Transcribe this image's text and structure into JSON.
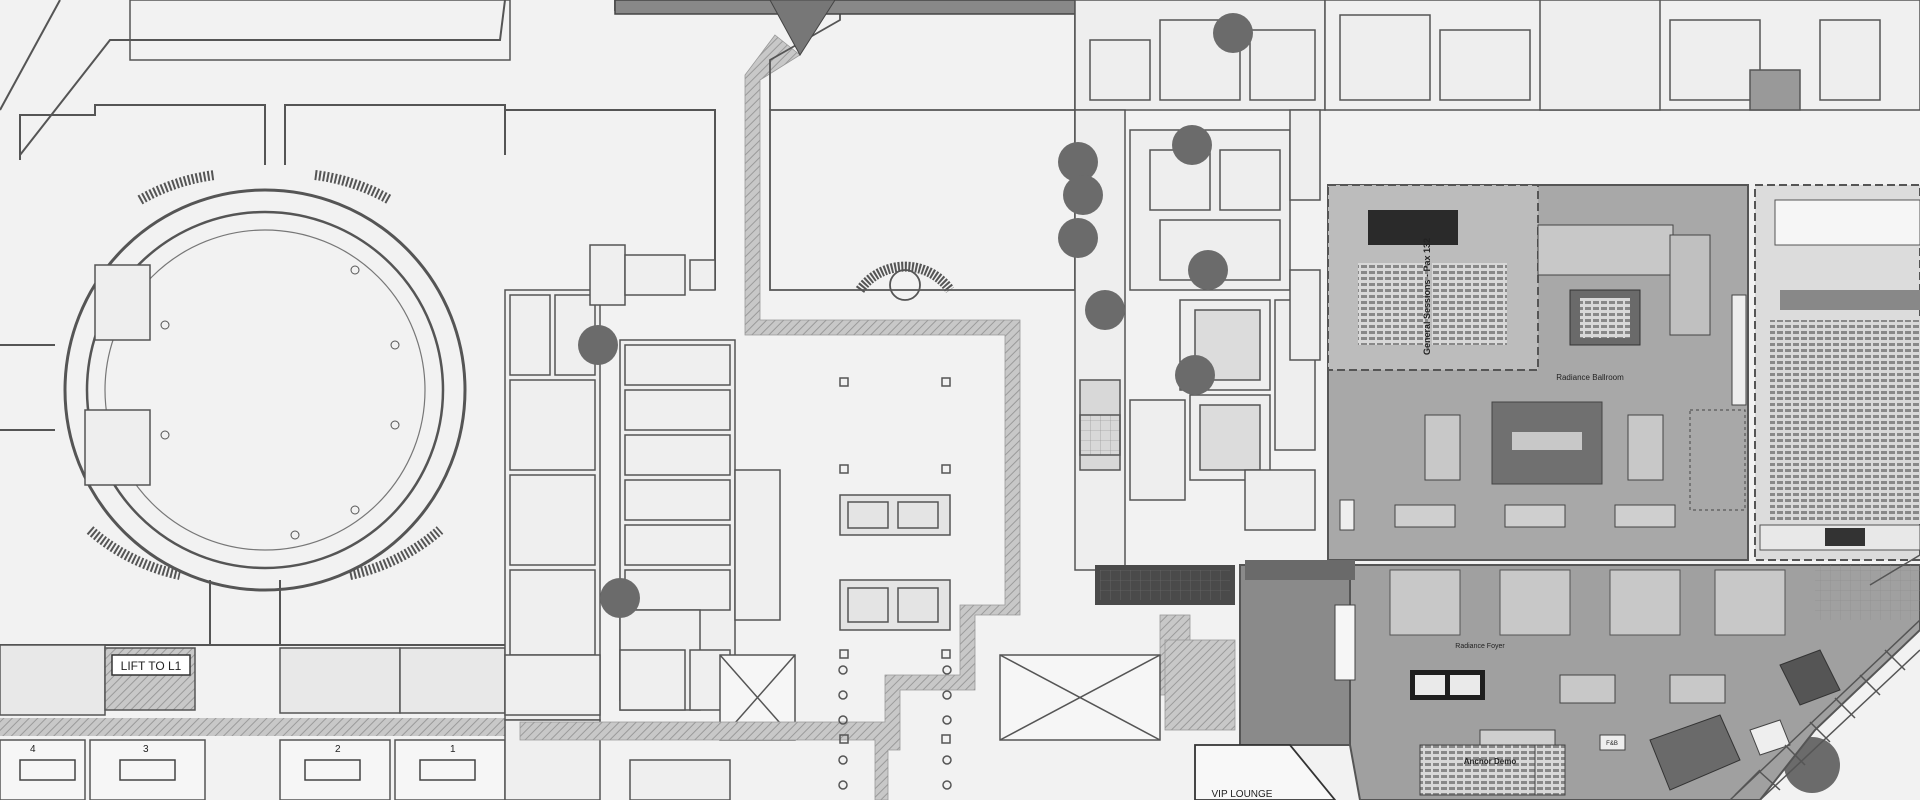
{
  "map": {
    "lift_label": "LIFT TO L1",
    "vip_label": "VIP LOUNGE",
    "ballroom_label": "Radiance Ballroom",
    "foyer_label": "Radiance Foyer",
    "general_sessions_label": "General Sessions - Pax 132",
    "anchor_demo_label": "Anchor Demo",
    "fb_label": "F&B",
    "room_numbers": [
      "4",
      "3",
      "2",
      "1"
    ],
    "colors": {
      "background": "#f2f2f2",
      "walls": "#555555",
      "ballroom_fill": "#a8a8a8",
      "corridor_fill": "#c4c4c4",
      "marker": "#6b6b6b",
      "dark_block": "#3a3a3a"
    }
  }
}
